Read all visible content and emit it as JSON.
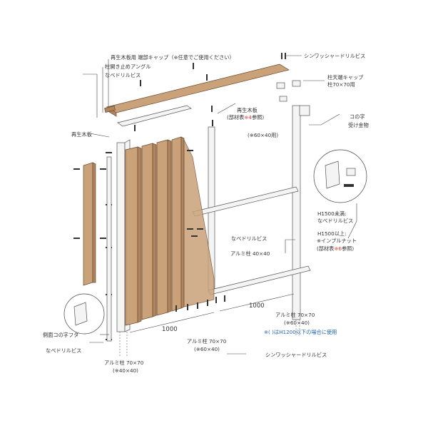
{
  "labels": {
    "end_cap": "再生木板用 端部キャップ（※任意でご使用ください）",
    "angle": "柱開き止めアングル",
    "nabe_top": "なべドリルビス",
    "washer_top": "シンワッシャードリルビス",
    "post_cap_1": "柱天端キャップ",
    "post_cap_2": "柱70×70用",
    "board_1": "再生木板",
    "board_2_pre": "(部材表",
    "board_2_ref": "※4",
    "board_2_post": "参照)",
    "board_note": "(※60×40用)",
    "board_left": "再生木板",
    "channel_1": "コの字",
    "channel_2": "受け金物",
    "h_under_1": "H1500未満:",
    "h_under_2": "なべドリルビス",
    "h_over_1": "H1500以上:",
    "h_over_2": "※インプルナット",
    "h_over_3_pre": "(部材表",
    "h_over_3_ref": "※6",
    "h_over_3_post": "参照)",
    "nabe_mid": "なべドリルビス",
    "alu_40": "アルミ柱 40×40",
    "side_cover": "側面コの字フタ",
    "nabe_bottom": "なべドリルビス",
    "dim_right": "1000",
    "dim_left": "1000",
    "alu_right_1": "アルミ柱 70×70",
    "alu_right_2": "(※60×40)",
    "note_h1200": "※( )はH1200以下の場合に使用",
    "alu_mid_1": "アルミ柱 70×70",
    "alu_mid_2": "(※60×40)",
    "washer_bottom": "シンワッシャードリルビス",
    "alu_left_1": "アルミ柱 70×70",
    "alu_left_2": "(※40×40)"
  },
  "colors": {
    "wood": "#c9a27a",
    "wood_dark": "#b08560",
    "aluminum": "#f4f4f4",
    "reference_red": "#e0403a",
    "note_blue": "#1b64b4"
  }
}
